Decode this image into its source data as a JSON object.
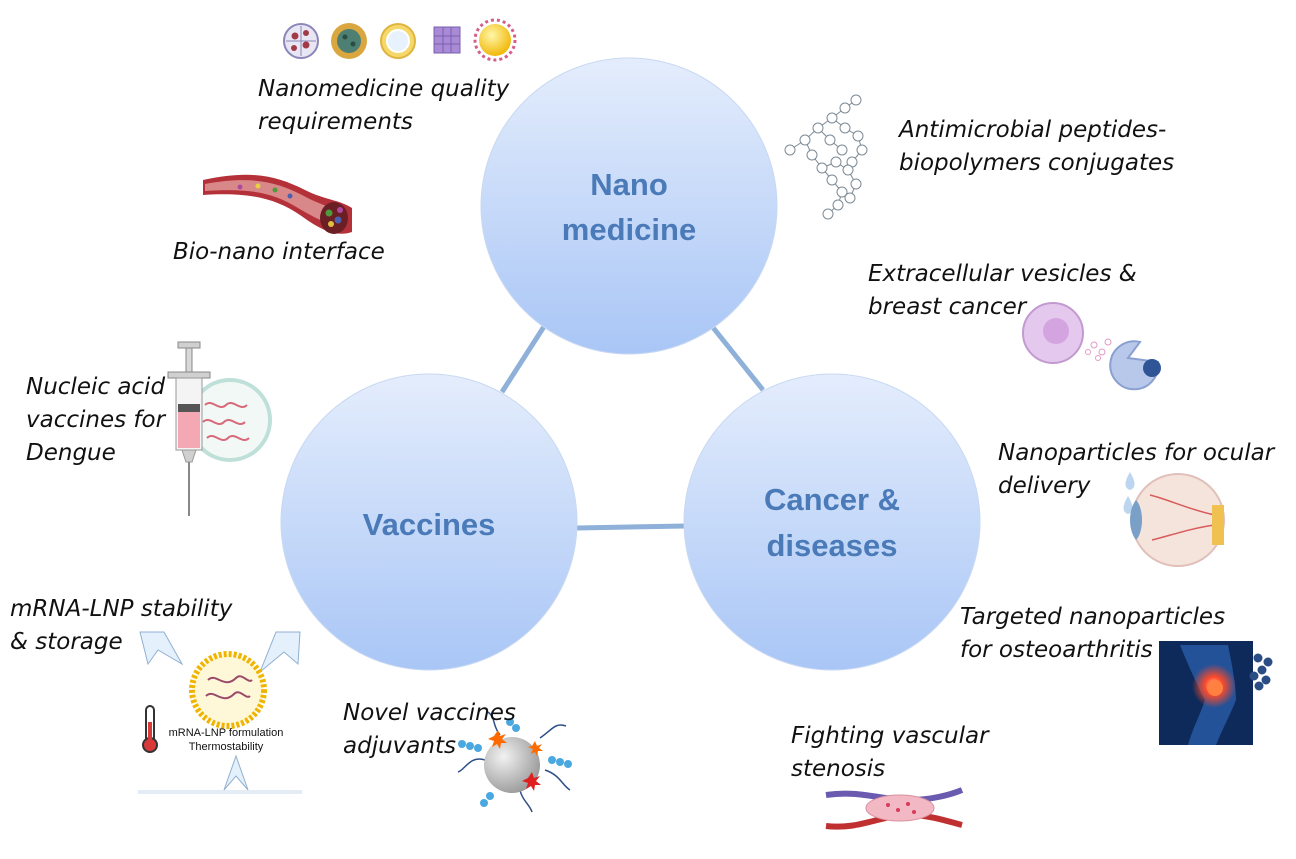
{
  "hubs": [
    {
      "id": "nanomedicine",
      "lines": [
        "Nano",
        "medicine"
      ]
    },
    {
      "id": "vaccines",
      "lines": [
        "Vaccines"
      ]
    },
    {
      "id": "cancer",
      "lines": [
        "Cancer &",
        "diseases"
      ]
    }
  ],
  "topics": {
    "quality": {
      "lines": [
        "Nanomedicine quality",
        "requirements"
      ]
    },
    "antimicrobial": {
      "lines": [
        "Antimicrobial peptides-",
        "biopolymers conjugates"
      ]
    },
    "bionano": {
      "lines": [
        "Bio-nano interface"
      ]
    },
    "vesicles": {
      "lines": [
        "Extracellular vesicles &",
        "breast cancer"
      ]
    },
    "dengue": {
      "lines": [
        "Nucleic acid",
        "vaccines for",
        "Dengue"
      ]
    },
    "ocular": {
      "lines": [
        "Nanoparticles for ocular",
        "delivery"
      ]
    },
    "mrna": {
      "lines": [
        "mRNA-LNP stability",
        "& storage"
      ]
    },
    "osteo": {
      "lines": [
        "Targeted nanoparticles",
        "for osteoarthritis"
      ]
    },
    "adjuvants": {
      "lines": [
        "Novel vaccines",
        "adjuvants"
      ]
    },
    "stenosis": {
      "lines": [
        "Fighting vascular",
        "stenosis"
      ]
    }
  },
  "figure_text": {
    "mrna_caption": [
      "mRNA-LNP formulation",
      "Thermostability"
    ]
  },
  "colors": {
    "hub_top": "#e4edfc",
    "hub_bottom": "#a9c6f6",
    "hub_text": "#4a7ab8",
    "connector": "#8fb0d8"
  }
}
